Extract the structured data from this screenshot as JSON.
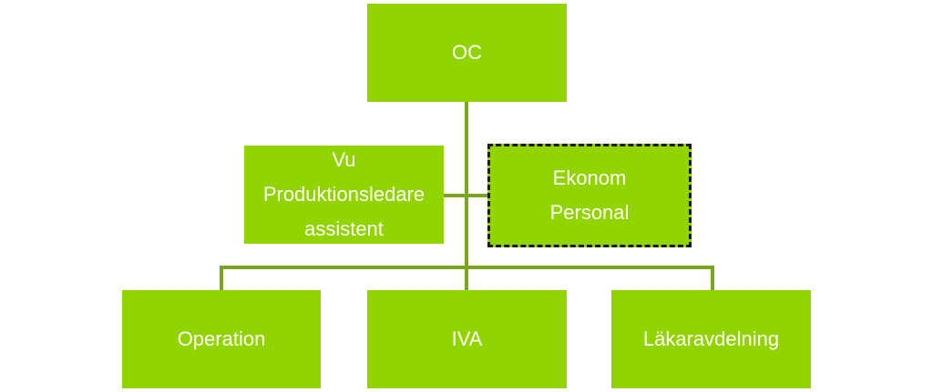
{
  "org_chart": {
    "top": {
      "lines": [
        "OC"
      ]
    },
    "staff_left": {
      "lines": [
        "Vu",
        "Produktionsledare",
        "assistent"
      ]
    },
    "staff_right": {
      "lines": [
        "Ekonom",
        "Personal"
      ]
    },
    "departments": [
      {
        "lines": [
          "Operation"
        ]
      },
      {
        "lines": [
          "IVA"
        ]
      },
      {
        "lines": [
          "Läkaravdelning"
        ]
      }
    ]
  },
  "colors": {
    "node_fill": "#92d400",
    "connector": "#7aa51e",
    "dashed_border": "#1a1a1a",
    "text": "#ffffff"
  }
}
